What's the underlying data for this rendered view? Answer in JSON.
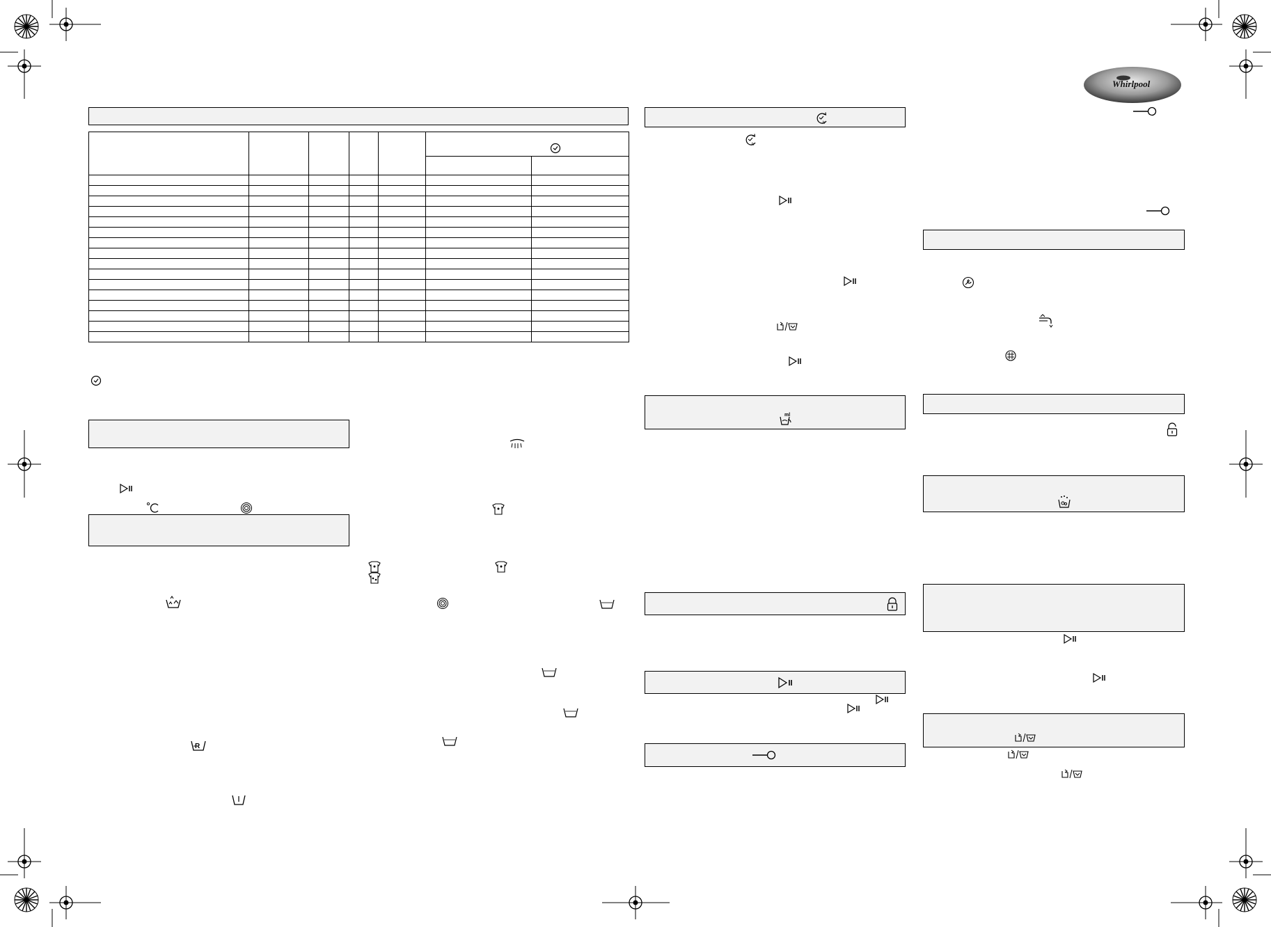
{
  "brand": {
    "name": "Whirlpool",
    "accent": "#111111",
    "box_fill": "#f2f2f2"
  },
  "icons": [
    "delay-timer-icon",
    "start-pause-icon",
    "temperature-icon",
    "spin-icon",
    "rinse-hold-icon",
    "extra-rinse-icon",
    "intensive-wash-icon",
    "stain-icon",
    "tub-icon",
    "easy-iron-icon",
    "hand-wash-icon",
    "clock-icon",
    "dosage-icon",
    "child-lock-icon",
    "key-lock-icon",
    "service-icon",
    "tap-icon",
    "filter-icon",
    "unlock-icon",
    "detergent-icon",
    "spin-drain-icon"
  ],
  "table": {
    "rows": 16,
    "columns": 8,
    "subcolumns": 2
  }
}
